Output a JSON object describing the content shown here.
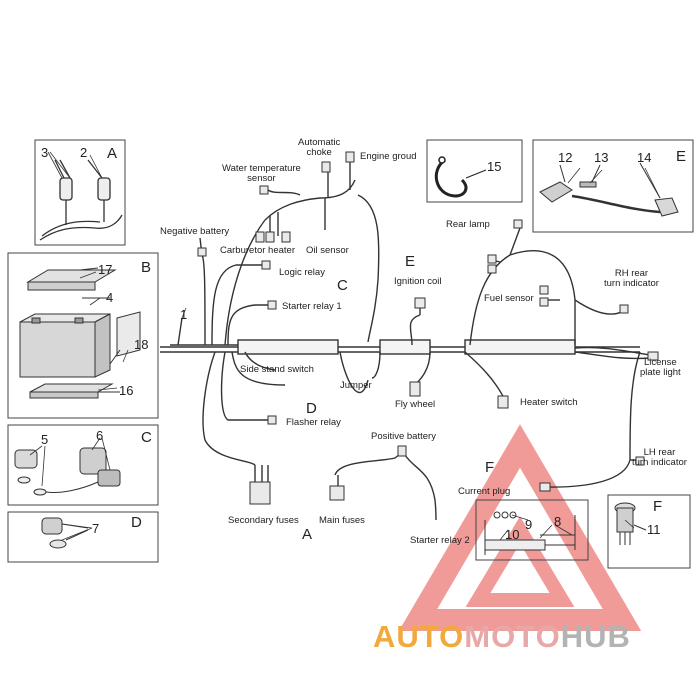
{
  "labels": {
    "automatic_choke": "Automatic\nchoke",
    "engine_ground": "Engine groud",
    "water_temp_sensor": "Water temperature\nsensor",
    "negative_battery": "Negative battery",
    "carburetor_heater": "Carburetor heater",
    "oil_sensor": "Oil sensor",
    "logic_relay": "Logic relay",
    "starter_relay_1": "Starter relay 1",
    "side_stand_switch": "Side stand switch",
    "jumper": "Jumper",
    "flasher_relay": "Flasher relay",
    "ignition_coil": "Ignition coil",
    "fly_wheel": "Fly wheel",
    "heater_switch": "Heater switch",
    "rear_lamp": "Rear lamp",
    "fuel_sensor": "Fuel sensor",
    "rh_rear_turn": "RH rear\nturn indicator",
    "license_plate": "License\nplate light",
    "lh_rear_turn": "LH rear\nturn indicator",
    "positive_battery": "Positive battery",
    "current_plug": "Current plug",
    "secondary_fuses": "Secondary fuses",
    "main_fuses": "Main fuses",
    "starter_relay_2": "Starter relay 2"
  },
  "section_letters": {
    "a_top": "A",
    "b": "B",
    "c_left": "C",
    "d_left": "D",
    "e_right": "E",
    "c_mid": "C",
    "d_mid": "D",
    "e_mid": "E",
    "a_bottom": "A",
    "f_mid": "F",
    "f_right": "F"
  },
  "part_numbers": {
    "n1": "1",
    "n2": "2",
    "n3": "3",
    "n4": "4",
    "n5": "5",
    "n6": "6",
    "n7": "7",
    "n8": "8",
    "n9": "9",
    "n10": "10",
    "n11": "11",
    "n12": "12",
    "n13": "13",
    "n14": "14",
    "n15": "15",
    "n16": "16",
    "n17": "17",
    "n18": "18"
  },
  "watermark": {
    "part1": "AUTO",
    "part2": "MOTO",
    "part3": "HUB"
  },
  "colors": {
    "line": "#444444",
    "watermark_red": "#e8544f",
    "watermark_orange": "#f2a93b"
  }
}
